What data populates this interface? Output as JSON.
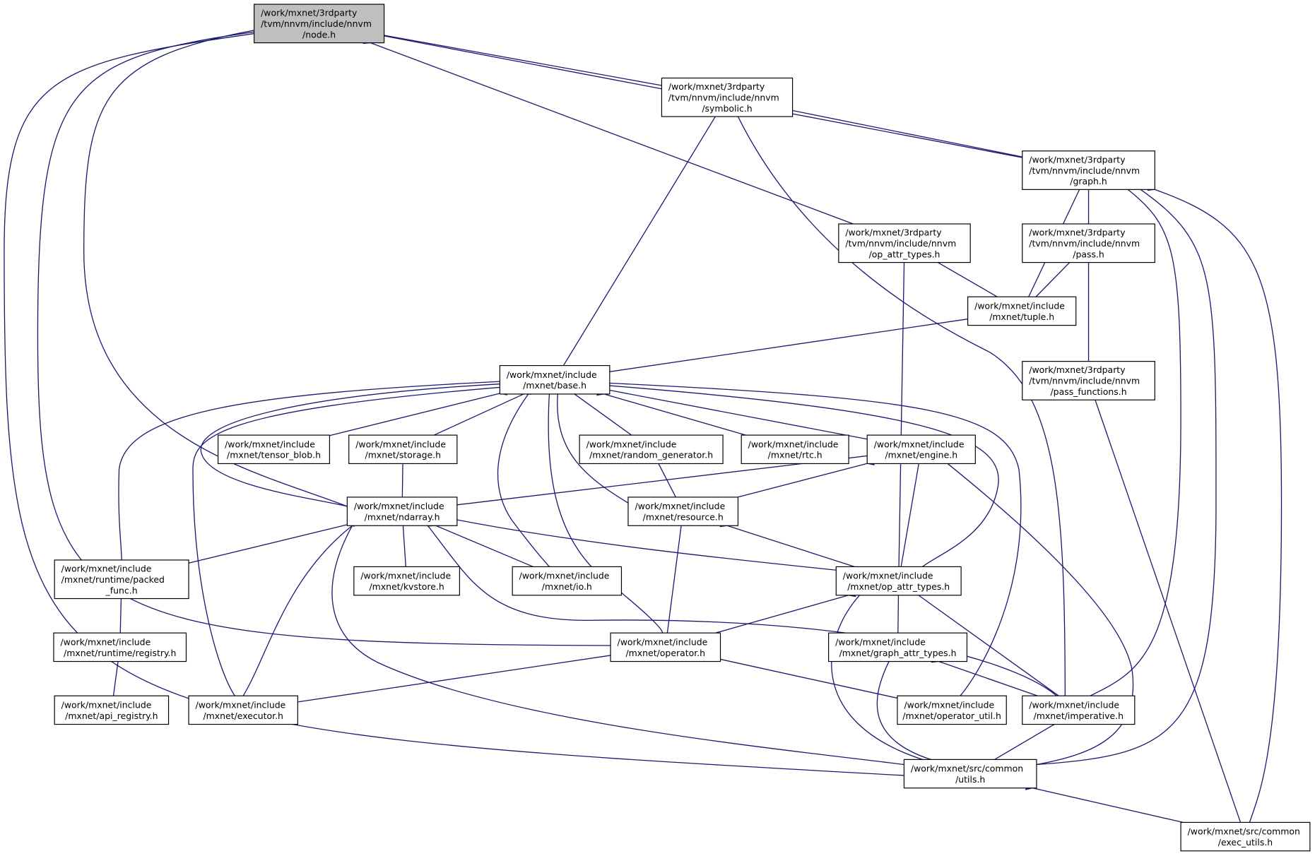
{
  "nodes": {
    "node": {
      "label": [
        "/work/mxnet/3rdparty",
        "/tvm/nnvm/include/nnvm",
        "/node.h"
      ],
      "root": true
    },
    "symbolic": {
      "label": [
        "/work/mxnet/3rdparty",
        "/tvm/nnvm/include/nnvm",
        "/symbolic.h"
      ]
    },
    "graph": {
      "label": [
        "/work/mxnet/3rdparty",
        "/tvm/nnvm/include/nnvm",
        "/graph.h"
      ]
    },
    "op_attr_nnvm": {
      "label": [
        "/work/mxnet/3rdparty",
        "/tvm/nnvm/include/nnvm",
        "/op_attr_types.h"
      ]
    },
    "pass": {
      "label": [
        "/work/mxnet/3rdparty",
        "/tvm/nnvm/include/nnvm",
        "/pass.h"
      ]
    },
    "tuple": {
      "label": [
        "/work/mxnet/include",
        "/mxnet/tuple.h"
      ]
    },
    "pass_functions": {
      "label": [
        "/work/mxnet/3rdparty",
        "/tvm/nnvm/include/nnvm",
        "/pass_functions.h"
      ]
    },
    "base": {
      "label": [
        "/work/mxnet/include",
        "/mxnet/base.h"
      ]
    },
    "tensor_blob": {
      "label": [
        "/work/mxnet/include",
        "/mxnet/tensor_blob.h"
      ]
    },
    "storage": {
      "label": [
        "/work/mxnet/include",
        "/mxnet/storage.h"
      ]
    },
    "random_generator": {
      "label": [
        "/work/mxnet/include",
        "/mxnet/random_generator.h"
      ]
    },
    "rtc": {
      "label": [
        "/work/mxnet/include",
        "/mxnet/rtc.h"
      ]
    },
    "engine": {
      "label": [
        "/work/mxnet/include",
        "/mxnet/engine.h"
      ]
    },
    "ndarray": {
      "label": [
        "/work/mxnet/include",
        "/mxnet/ndarray.h"
      ]
    },
    "resource": {
      "label": [
        "/work/mxnet/include",
        "/mxnet/resource.h"
      ]
    },
    "packed_func": {
      "label": [
        "/work/mxnet/include",
        "/mxnet/runtime/packed",
        "_func.h"
      ]
    },
    "kvstore": {
      "label": [
        "/work/mxnet/include",
        "/mxnet/kvstore.h"
      ]
    },
    "io": {
      "label": [
        "/work/mxnet/include",
        "/mxnet/io.h"
      ]
    },
    "op_attr_mxnet": {
      "label": [
        "/work/mxnet/include",
        "/mxnet/op_attr_types.h"
      ]
    },
    "registry": {
      "label": [
        "/work/mxnet/include",
        "/mxnet/runtime/registry.h"
      ]
    },
    "operator": {
      "label": [
        "/work/mxnet/include",
        "/mxnet/operator.h"
      ]
    },
    "graph_attr_types": {
      "label": [
        "/work/mxnet/include",
        "/mxnet/graph_attr_types.h"
      ]
    },
    "api_registry": {
      "label": [
        "/work/mxnet/include",
        "/mxnet/api_registry.h"
      ]
    },
    "executor": {
      "label": [
        "/work/mxnet/include",
        "/mxnet/executor.h"
      ]
    },
    "operator_util": {
      "label": [
        "/work/mxnet/include",
        "/mxnet/operator_util.h"
      ]
    },
    "imperative": {
      "label": [
        "/work/mxnet/include",
        "/mxnet/imperative.h"
      ]
    },
    "utils": {
      "label": [
        "/work/mxnet/src/common",
        "/utils.h"
      ]
    },
    "exec_utils": {
      "label": [
        "/work/mxnet/src/common",
        "/exec_utils.h"
      ]
    }
  },
  "edges": [
    [
      "node",
      "symbolic"
    ],
    [
      "node",
      "graph"
    ],
    [
      "node",
      "op_attr_nnvm"
    ],
    [
      "node",
      "ndarray"
    ],
    [
      "node",
      "operator"
    ],
    [
      "node",
      "utils"
    ],
    [
      "symbolic",
      "graph"
    ],
    [
      "symbolic",
      "base"
    ],
    [
      "symbolic",
      "imperative"
    ],
    [
      "graph",
      "pass"
    ],
    [
      "graph",
      "tuple"
    ],
    [
      "graph",
      "imperative"
    ],
    [
      "graph",
      "utils"
    ],
    [
      "graph",
      "exec_utils"
    ],
    [
      "op_attr_nnvm",
      "tuple"
    ],
    [
      "op_attr_nnvm",
      "op_attr_mxnet"
    ],
    [
      "pass",
      "tuple"
    ],
    [
      "pass",
      "pass_functions"
    ],
    [
      "tuple",
      "base"
    ],
    [
      "pass_functions",
      "exec_utils"
    ],
    [
      "base",
      "tensor_blob"
    ],
    [
      "base",
      "storage"
    ],
    [
      "base",
      "random_generator"
    ],
    [
      "base",
      "rtc"
    ],
    [
      "base",
      "engine"
    ],
    [
      "base",
      "ndarray"
    ],
    [
      "base",
      "resource"
    ],
    [
      "base",
      "packed_func"
    ],
    [
      "base",
      "executor"
    ],
    [
      "base",
      "io"
    ],
    [
      "base",
      "operator"
    ],
    [
      "base",
      "op_attr_mxnet"
    ],
    [
      "base",
      "operator_util"
    ],
    [
      "storage",
      "ndarray"
    ],
    [
      "random_generator",
      "resource"
    ],
    [
      "engine",
      "ndarray"
    ],
    [
      "engine",
      "resource"
    ],
    [
      "engine",
      "op_attr_mxnet"
    ],
    [
      "engine",
      "utils"
    ],
    [
      "ndarray",
      "packed_func"
    ],
    [
      "ndarray",
      "kvstore"
    ],
    [
      "ndarray",
      "io"
    ],
    [
      "ndarray",
      "op_attr_mxnet"
    ],
    [
      "ndarray",
      "executor"
    ],
    [
      "ndarray",
      "utils"
    ],
    [
      "ndarray",
      "imperative"
    ],
    [
      "resource",
      "op_attr_mxnet"
    ],
    [
      "resource",
      "operator"
    ],
    [
      "packed_func",
      "registry"
    ],
    [
      "registry",
      "api_registry"
    ],
    [
      "op_attr_mxnet",
      "operator"
    ],
    [
      "op_attr_mxnet",
      "graph_attr_types"
    ],
    [
      "op_attr_mxnet",
      "utils"
    ],
    [
      "op_attr_mxnet",
      "imperative"
    ],
    [
      "operator",
      "executor"
    ],
    [
      "operator",
      "operator_util"
    ],
    [
      "graph_attr_types",
      "imperative"
    ],
    [
      "graph_attr_types",
      "utils"
    ],
    [
      "imperative",
      "utils"
    ],
    [
      "utils",
      "exec_utils"
    ]
  ],
  "colors": {
    "edge": "#191970",
    "root_fill": "#bfbfbf"
  }
}
